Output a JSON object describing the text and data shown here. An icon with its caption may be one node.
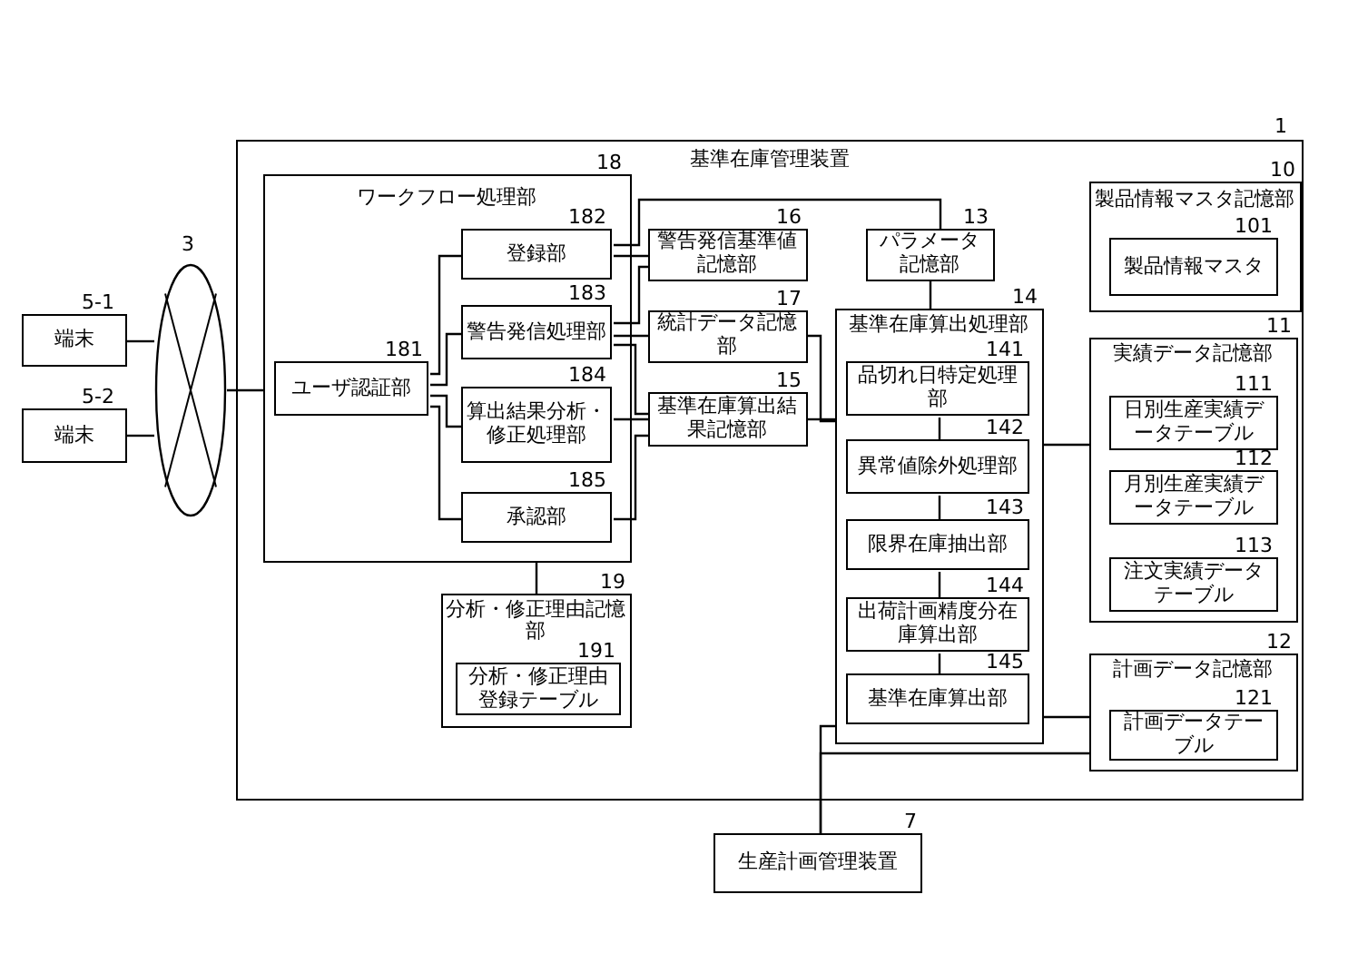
{
  "diagram": {
    "nodes": [
      {
        "text": [
          "基準在庫管理装置"
        ],
        "beside": [
          "1"
        ]
      },
      {
        "text": [
          "ワークフロー処理部"
        ],
        "beside": [
          "18"
        ],
        "in": 0
      },
      {
        "text": [
          "ユーザ認証部"
        ],
        "beside": [
          "181"
        ],
        "in": 1
      },
      {
        "text": [
          "登録部"
        ],
        "beside": [
          "182"
        ],
        "in": 1
      },
      {
        "text": [
          "警告発信処理部"
        ],
        "beside": [
          "183"
        ],
        "in": 1
      },
      {
        "text": [
          "算出結果分析・修正処理部"
        ],
        "beside": [
          "184"
        ],
        "in": 1
      },
      {
        "text": [
          "承認部"
        ],
        "beside": [
          "185"
        ],
        "in": 1
      },
      {
        "text": [
          "警告発信基準値記憶部"
        ],
        "beside": [
          "16"
        ],
        "in": 0
      },
      {
        "text": [
          "統計データ記憶部"
        ],
        "beside": [
          "17"
        ],
        "in": 0
      },
      {
        "text": [
          "基準在庫算出結果記憶部"
        ],
        "beside": [
          "15"
        ],
        "in": 0
      },
      {
        "text": [
          "分析・修正理由記憶部"
        ],
        "beside": [
          "19"
        ],
        "in": 0
      },
      {
        "text": [
          "分析・修正理由登録テーブル"
        ],
        "beside": [
          "191"
        ],
        "in": 10
      },
      {
        "text": [
          "パラメータ記憶部"
        ],
        "beside": [
          "13"
        ],
        "in": 0
      },
      {
        "text": [
          "基準在庫算出処理部"
        ],
        "beside": [
          "14"
        ],
        "in": 0
      },
      {
        "text": [
          "品切れ日特定処理部"
        ],
        "beside": [
          "141"
        ],
        "in": 13
      },
      {
        "text": [
          "異常値除外処理部"
        ],
        "beside": [
          "142"
        ],
        "in": 13
      },
      {
        "text": [
          "限界在庫抽出部"
        ],
        "beside": [
          "143"
        ],
        "in": 13
      },
      {
        "text": [
          "出荷計画精度分在庫算出部"
        ],
        "beside": [
          "144"
        ],
        "in": 13
      },
      {
        "text": [
          "基準在庫算出部"
        ],
        "beside": [
          "145"
        ],
        "in": 13
      },
      {
        "text": [
          "製品情報マスタ記憶部"
        ],
        "beside": [
          "10"
        ],
        "in": 0
      },
      {
        "text": [
          "製品情報マスタ"
        ],
        "beside": [
          "101"
        ],
        "in": 19
      },
      {
        "text": [
          "実績データ記憶部"
        ],
        "beside": [
          "11"
        ],
        "in": 0
      },
      {
        "text": [
          "日別生産実績データテーブル"
        ],
        "beside": [
          "111"
        ],
        "in": 21
      },
      {
        "text": [
          "月別生産実績データテーブル"
        ],
        "beside": [
          "112"
        ],
        "in": 21
      },
      {
        "text": [
          "注文実績データテーブル"
        ],
        "beside": [
          "113"
        ],
        "in": 21
      },
      {
        "text": [
          "計画データ記憶部"
        ],
        "beside": [
          "12"
        ],
        "in": 0
      },
      {
        "text": [
          "計画データテーブル"
        ],
        "beside": [
          "121"
        ],
        "in": 25
      },
      {
        "text": [
          "端末"
        ],
        "beside": [
          "5-1"
        ]
      },
      {
        "text": [
          "端末"
        ],
        "beside": [
          "5-2"
        ]
      },
      {
        "text": [],
        "shape": "ellipse",
        "beside": [
          "3"
        ]
      },
      {
        "text": [
          "生産計画管理装置"
        ],
        "beside": [
          "7"
        ]
      }
    ],
    "edges": [
      {
        "from": 27,
        "to": 29,
        "arrow": "none"
      },
      {
        "from": 28,
        "to": 29,
        "arrow": "none"
      },
      {
        "from": 29,
        "to": 1,
        "arrow": "none"
      },
      {
        "from": 2,
        "to": 3,
        "arrow": "none"
      },
      {
        "from": 2,
        "to": 4,
        "arrow": "none"
      },
      {
        "from": 2,
        "to": 5,
        "arrow": "none"
      },
      {
        "from": 2,
        "to": 6,
        "arrow": "none"
      },
      {
        "from": 3,
        "to": 7,
        "arrow": "none"
      },
      {
        "from": 3,
        "to": 12,
        "arrow": "none"
      },
      {
        "from": 4,
        "to": 7,
        "arrow": "none"
      },
      {
        "from": 4,
        "to": 8,
        "arrow": "none"
      },
      {
        "from": 4,
        "to": 9,
        "arrow": "none"
      },
      {
        "from": 5,
        "to": 9,
        "arrow": "none"
      },
      {
        "from": 6,
        "to": 9,
        "arrow": "none"
      },
      {
        "from": 1,
        "to": 10,
        "arrow": "none"
      },
      {
        "from": 12,
        "to": 13,
        "arrow": "none"
      },
      {
        "from": 8,
        "to": 13,
        "arrow": "none"
      },
      {
        "from": 9,
        "to": 13,
        "arrow": "none"
      },
      {
        "from": 14,
        "to": 15,
        "arrow": "none"
      },
      {
        "from": 15,
        "to": 16,
        "arrow": "none"
      },
      {
        "from": 16,
        "to": 17,
        "arrow": "none"
      },
      {
        "from": 17,
        "to": 18,
        "arrow": "none"
      },
      {
        "from": 21,
        "to": 13,
        "arrow": "none"
      },
      {
        "from": 25,
        "to": 13,
        "arrow": "none"
      },
      {
        "from": 13,
        "to": 30,
        "arrow": "none"
      },
      {
        "from": 25,
        "to": 30,
        "arrow": "none"
      }
    ]
  }
}
